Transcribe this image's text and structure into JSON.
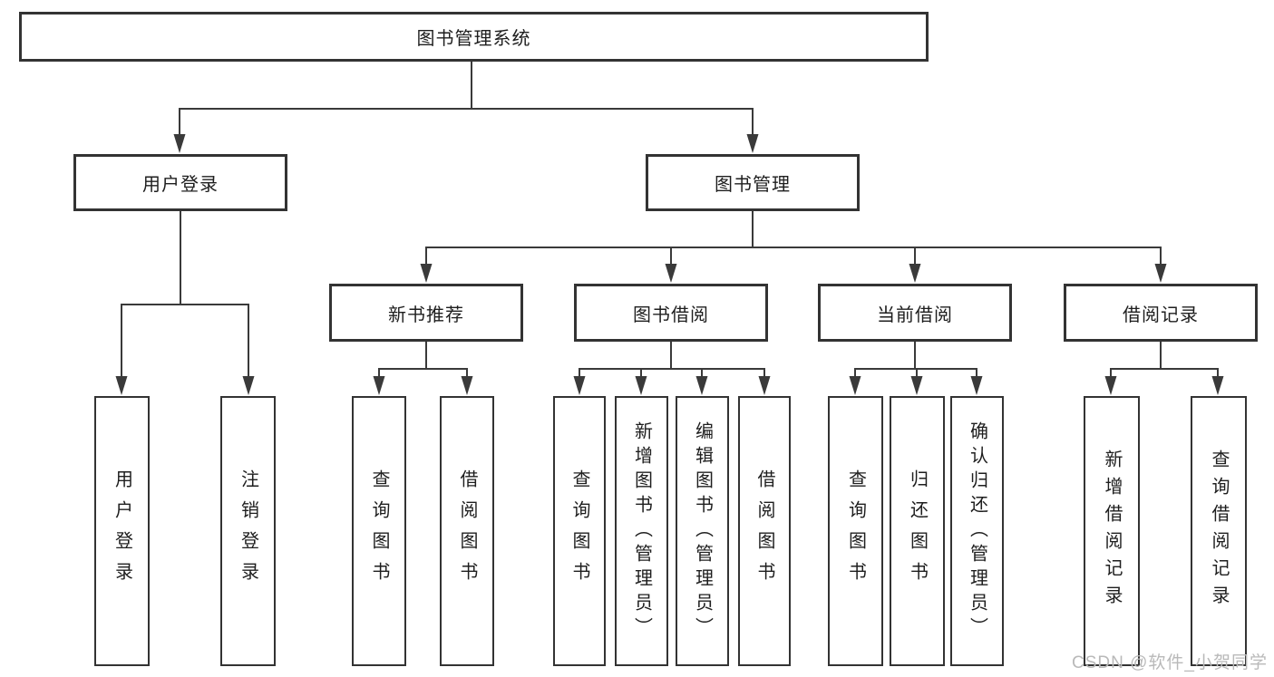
{
  "tree": {
    "label": "图书管理系统",
    "children": [
      {
        "label": "用户登录",
        "children": [
          {
            "label": "用户登录"
          },
          {
            "label": "注销登录"
          }
        ]
      },
      {
        "label": "图书管理",
        "children": [
          {
            "label": "新书推荐",
            "children": [
              {
                "label": "查询图书"
              },
              {
                "label": "借阅图书"
              }
            ]
          },
          {
            "label": "图书借阅",
            "children": [
              {
                "label": "查询图书"
              },
              {
                "label": "新增图书（管理员）"
              },
              {
                "label": "编辑图书（管理员）"
              },
              {
                "label": "借阅图书"
              }
            ]
          },
          {
            "label": "当前借阅",
            "children": [
              {
                "label": "查询图书"
              },
              {
                "label": "归还图书"
              },
              {
                "label": "确认归还（管理员）"
              }
            ]
          },
          {
            "label": "借阅记录",
            "children": [
              {
                "label": "新增借阅记录"
              },
              {
                "label": "查询借阅记录"
              }
            ]
          }
        ]
      }
    ]
  },
  "watermark": "CSDN @软件_小贺同学",
  "colors": {
    "line": "#3a3a3a",
    "box_border": "#333333",
    "box_fill": "#ffffff",
    "text": "#1e1e1e",
    "watermark": "#b9b9b9",
    "background": "#ffffff"
  }
}
